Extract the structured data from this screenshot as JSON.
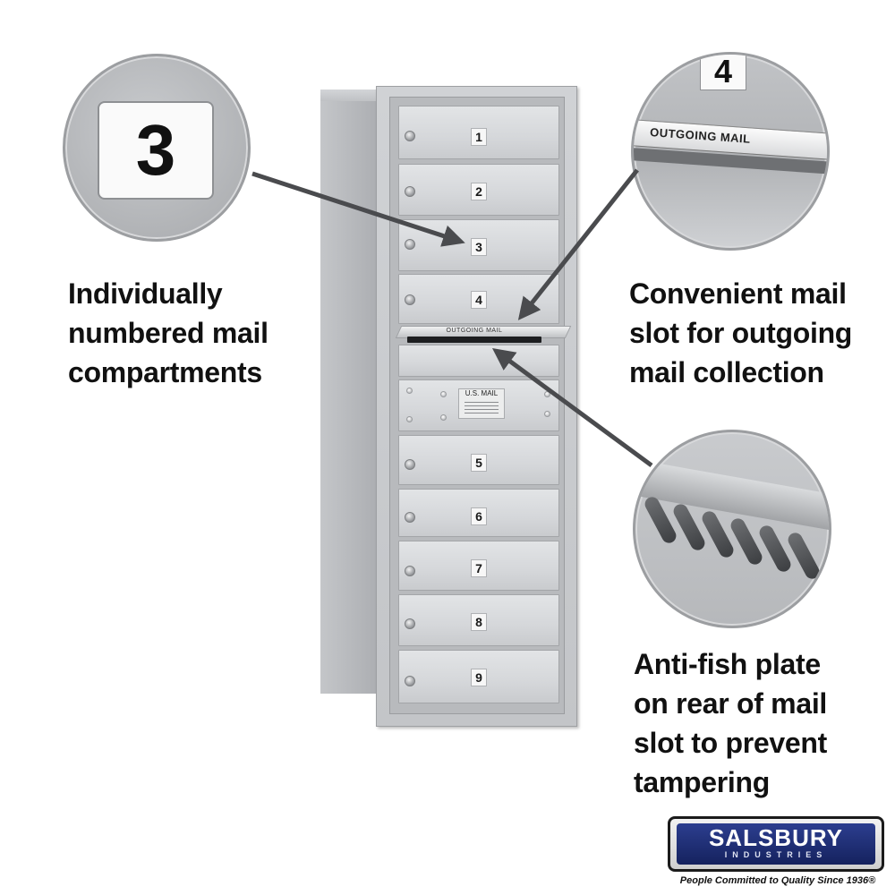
{
  "captions": {
    "left": [
      "Individually",
      "numbered mail",
      "compartments"
    ],
    "right_top": [
      "Convenient mail",
      "slot for outgoing",
      "mail collection"
    ],
    "right_bottom": [
      "Anti-fish plate",
      "on rear of mail",
      "slot to prevent",
      "tampering"
    ]
  },
  "mailbox": {
    "compartment_numbers": [
      "1",
      "2",
      "3",
      "4",
      "5",
      "6",
      "7",
      "8",
      "9"
    ],
    "slot_label": "OUTGOING MAIL",
    "panel_label": "U.S. MAIL"
  },
  "zooms": {
    "number_tag": "3",
    "slot_tag": "4",
    "slot_label": "OUTGOING MAIL"
  },
  "logo": {
    "name": "SALSBURY",
    "sub": "INDUSTRIES",
    "tagline": "People Committed to Quality Since 1936®"
  },
  "colors": {
    "aluminum": "#d5d7da",
    "arrow": "#4a4b4e",
    "logo_blue": "#1e2d72",
    "text": "#111111"
  }
}
